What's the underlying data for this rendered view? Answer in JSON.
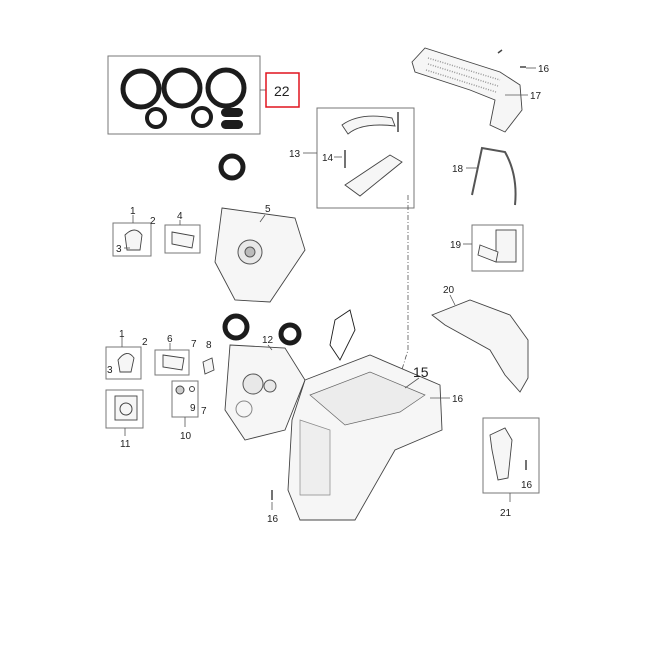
{
  "diagram": {
    "highlight_color": "#e0141e",
    "callouts": {
      "c22": "22",
      "c16a": "16",
      "c17": "17",
      "c13": "13",
      "c14": "14",
      "c18": "18",
      "c1a": "1",
      "c2a": "2",
      "c4": "4",
      "c5": "5",
      "c3a": "3",
      "c19": "19",
      "c20": "20",
      "c1b": "1",
      "c2b": "2",
      "c6": "6",
      "c7a": "7",
      "c8": "8",
      "c12": "12",
      "c3b": "3",
      "c9": "9",
      "c7b": "7",
      "c15": "15",
      "c16b": "16",
      "c11": "11",
      "c10": "10",
      "c16c": "16",
      "c16d": "16",
      "c21": "21"
    }
  }
}
